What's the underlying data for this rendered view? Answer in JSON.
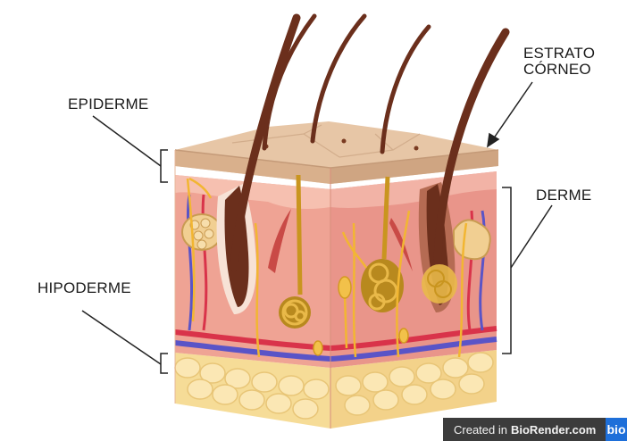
{
  "labels": {
    "epiderme": "EPIDERME",
    "hipoderme": "HIPODERME",
    "derme": "DERME",
    "estrato_line1": "ESTRATO",
    "estrato_line2": "CÓRNEO"
  },
  "watermark": {
    "prefix": "Created in",
    "brand": "BioRender.com",
    "logo": "bio"
  },
  "colors": {
    "epidermis_top": "#e7c6a6",
    "dermis": "#efa394",
    "hypodermis": "#f6dc97",
    "hair": "#6b2f1c",
    "nerve": "#f2b632",
    "artery": "#d9334a",
    "vein": "#5a54c7"
  }
}
